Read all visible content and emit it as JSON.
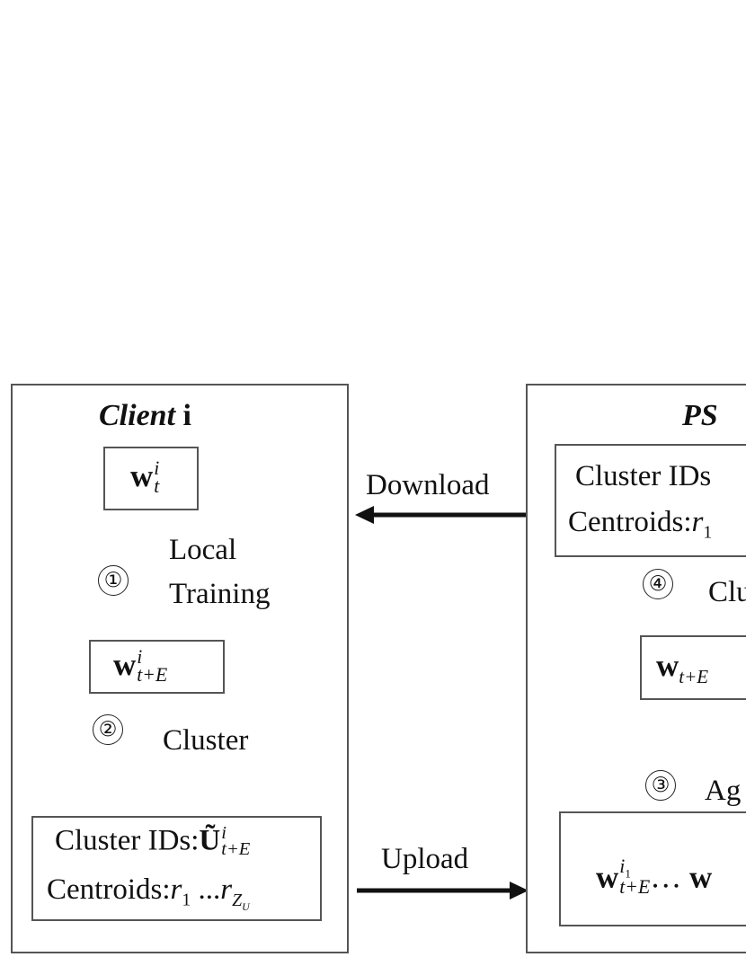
{
  "client": {
    "title_word": "Client",
    "title_index": "i",
    "w_top": {
      "base": "w",
      "sup": "i",
      "sub": "t"
    },
    "w_mid": {
      "base": "w",
      "sup": "i",
      "sub": "t+E"
    },
    "step1_marker": "①",
    "step1_label_line1": "Local",
    "step1_label_line2": "Training",
    "step2_marker": "②",
    "step2_label": "Cluster",
    "ids_box": {
      "ids_label": "Cluster IDs:",
      "ids_base": "Ũ",
      "ids_sup": "i",
      "ids_sub": "t+E",
      "centroids_label": "Centroids:",
      "r_first": "r",
      "r_first_sub": "1",
      "ellipsis": "...",
      "r_last": "r",
      "r_last_sub": "Z",
      "r_last_subsub": "U"
    }
  },
  "arrows": {
    "download_label": "Download",
    "upload_label": "Upload"
  },
  "ps": {
    "title": "PS",
    "ids_box": {
      "line1": "Cluster IDs",
      "line2_label": "Centroids:",
      "line2_r": "r",
      "line2_sub": "1"
    },
    "step4_marker": "④",
    "step4_label": "Clu",
    "w_box": {
      "base": "w",
      "sub": "t+E"
    },
    "step3_marker": "③",
    "step3_label": "Ag",
    "bottom_box": {
      "base": "w",
      "sup": "i",
      "sup_sub": "1",
      "sub": "t+E",
      "dots": "…",
      "tail": "w"
    }
  }
}
